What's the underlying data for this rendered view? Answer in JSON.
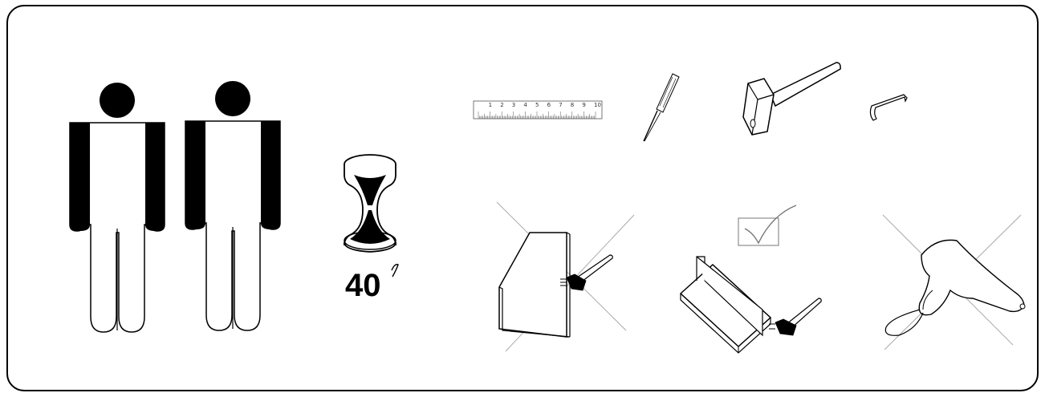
{
  "assembly_time": {
    "value": "40",
    "unit_symbol": "′"
  },
  "persons": {
    "count": 2,
    "icon": "person-icon"
  },
  "time_icon": "hourglass-icon",
  "tools": [
    {
      "icon": "ruler-icon",
      "scale": [
        "1",
        "2",
        "3",
        "4",
        "5",
        "6",
        "7",
        "8",
        "9",
        "10"
      ]
    },
    {
      "icon": "awl-icon"
    },
    {
      "icon": "hammer-icon"
    },
    {
      "icon": "allen-key-icon"
    }
  ],
  "warnings": [
    {
      "icon": "hammer-on-upright-panel-icon",
      "status": "wrong"
    },
    {
      "icon": "hammer-on-flat-panel-icon",
      "status": "correct"
    },
    {
      "icon": "electric-drill-icon",
      "status": "wrong"
    }
  ],
  "colors": {
    "line": "#000000",
    "cross": "#aaaaaa",
    "fill": "#ffffff"
  }
}
